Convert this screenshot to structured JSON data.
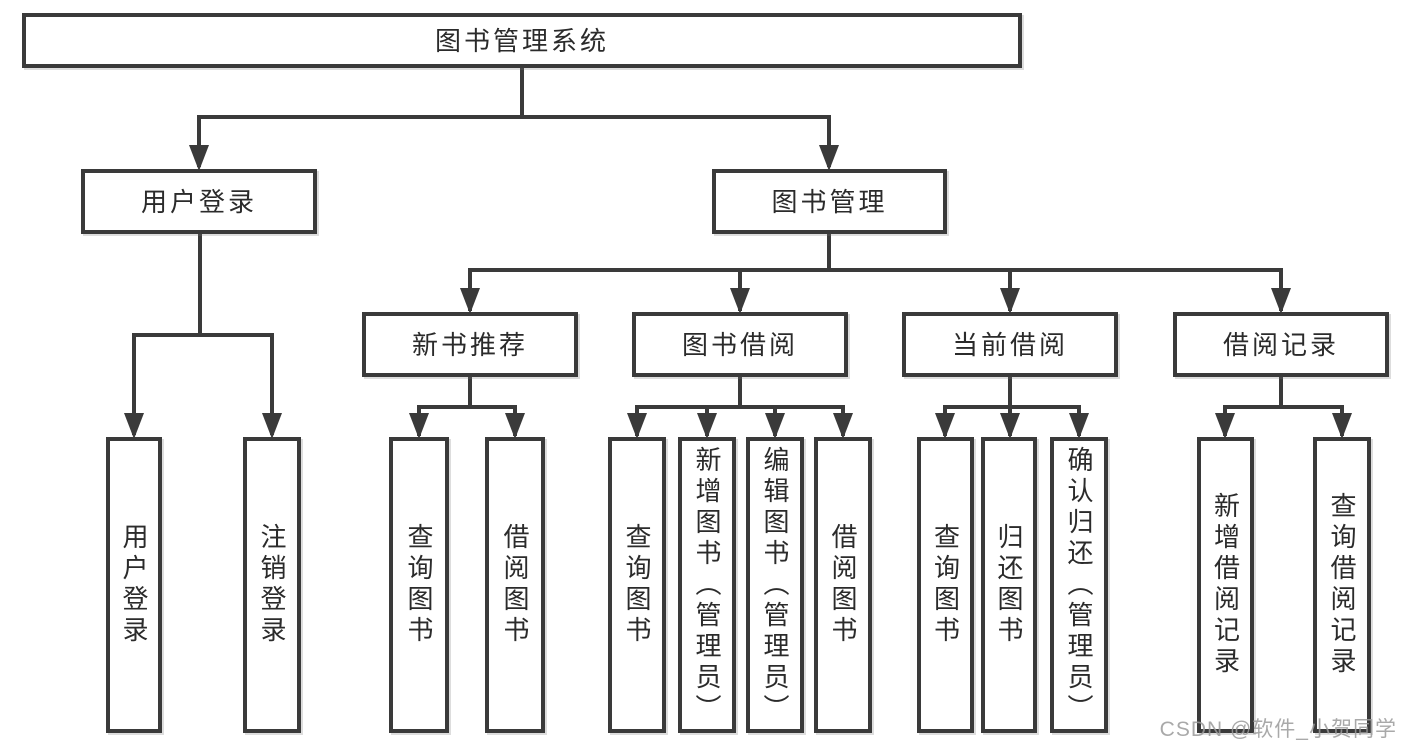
{
  "tree": {
    "root": {
      "label": "图书管理系统"
    },
    "branches": [
      {
        "label": "用户登录",
        "children": [
          {
            "label": "用户登录"
          },
          {
            "label": "注销登录"
          }
        ]
      },
      {
        "label": "图书管理",
        "children": [
          {
            "label": "新书推荐",
            "children": [
              {
                "label": "查询图书"
              },
              {
                "label": "借阅图书"
              }
            ]
          },
          {
            "label": "图书借阅",
            "children": [
              {
                "label": "查询图书"
              },
              {
                "label": "新增图书（管理员）"
              },
              {
                "label": "编辑图书（管理员）"
              },
              {
                "label": "借阅图书"
              }
            ]
          },
          {
            "label": "当前借阅",
            "children": [
              {
                "label": "查询图书"
              },
              {
                "label": "归还图书"
              },
              {
                "label": "确认归还（管理员）"
              }
            ]
          },
          {
            "label": "借阅记录",
            "children": [
              {
                "label": "新增借阅记录"
              },
              {
                "label": "查询借阅记录"
              }
            ]
          }
        ]
      }
    ]
  },
  "watermark": {
    "text": "CSDN @软件_小贺同学"
  },
  "colors": {
    "line": "#3a3a3a",
    "text": "#2b2b2b",
    "box_background": "#ffffff",
    "watermark": "#9b9b9b",
    "page_background": "#ffffff"
  }
}
